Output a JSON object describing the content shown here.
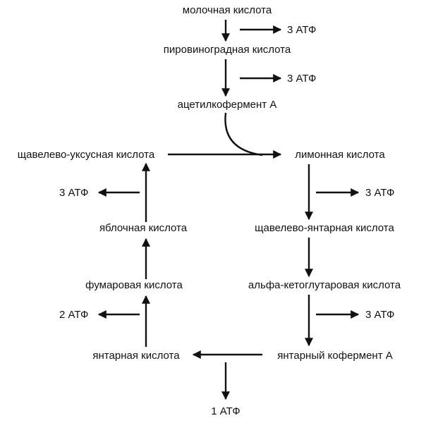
{
  "nodes": {
    "lactic_acid": "молочная кислота",
    "pyruvic_acid": "пировиноградная кислота",
    "acetyl_coa": "ацетилкофермент А",
    "oxaloacetic_acid": "щавелево-уксусная кислота",
    "citric_acid": "лимонная кислота",
    "oxalosuccinic_acid": "щавелево-янтарная кислота",
    "alpha_ketoglutaric_acid": "альфа-кетоглутаровая кислота",
    "succinyl_coa": "янтарный кофермент А",
    "succinic_acid": "янтарная кислота",
    "fumaric_acid": "фумаровая кислота",
    "malic_acid": "яблочная кислота"
  },
  "yields": {
    "lactate_to_pyruvate": "3 АТФ",
    "pyruvate_to_acetyl": "3 АТФ",
    "citrate_to_oxalosuccinate": "3 АТФ",
    "ketoglutarate_to_succinyl": "3 АТФ",
    "succinyl_to_succinate": "1 АТФ",
    "succinate_to_fumarate": "2 АТФ",
    "malate_to_oxaloacetate": "3 АТФ"
  },
  "colors": {
    "ink": "#111111",
    "background": "#ffffff"
  }
}
